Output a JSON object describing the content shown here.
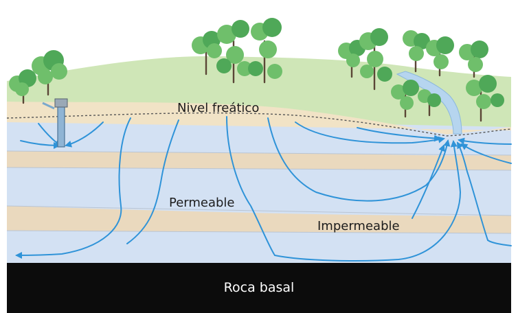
{
  "labels": {
    "water_table": "Nivel freático",
    "permeable": "Permeable",
    "impermeable": "Impermeable",
    "bedrock": "Roca basal"
  },
  "colors": {
    "sky": "#ffffff",
    "grass": "#cfe6b7",
    "sand": "#f1e3c6",
    "water": "#d3e1f3",
    "clay_band": "#ead9be",
    "flow_line": "#2f93d8",
    "bedrock": "#0c0c0c"
  },
  "icons": [
    "tree-icon",
    "well-icon",
    "stream-icon"
  ]
}
